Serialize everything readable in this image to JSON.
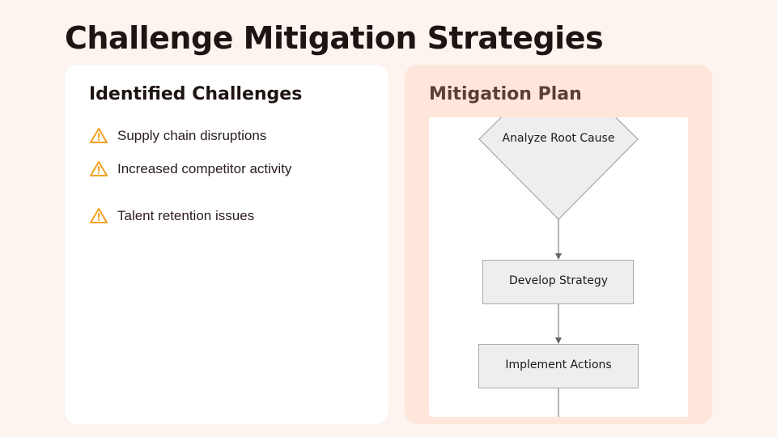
{
  "page": {
    "title": "Challenge Mitigation Strategies"
  },
  "challenges": {
    "heading": "Identified Challenges",
    "items": [
      {
        "icon": "warning-icon",
        "label": "Supply chain disruptions"
      },
      {
        "icon": "warning-icon",
        "label": "Increased competitor activity"
      },
      {
        "icon": "warning-icon",
        "label": "Talent retention issues"
      }
    ]
  },
  "mitigation": {
    "heading": "Mitigation Plan",
    "flowchart": {
      "nodes": [
        {
          "id": "analyze",
          "shape": "diamond",
          "label": "Analyze Root Cause"
        },
        {
          "id": "develop",
          "shape": "rectangle",
          "label": "Develop Strategy"
        },
        {
          "id": "implement",
          "shape": "rectangle",
          "label": "Implement Actions"
        }
      ],
      "edges": [
        {
          "from": "analyze",
          "to": "develop"
        },
        {
          "from": "develop",
          "to": "implement"
        },
        {
          "from": "implement",
          "to": ""
        }
      ]
    }
  },
  "colors": {
    "background": "#fdf3ef",
    "accent_warning": "#f5a020",
    "right_panel": "#fee6dd",
    "node_fill": "#eeeeee",
    "node_stroke": "#999999"
  }
}
